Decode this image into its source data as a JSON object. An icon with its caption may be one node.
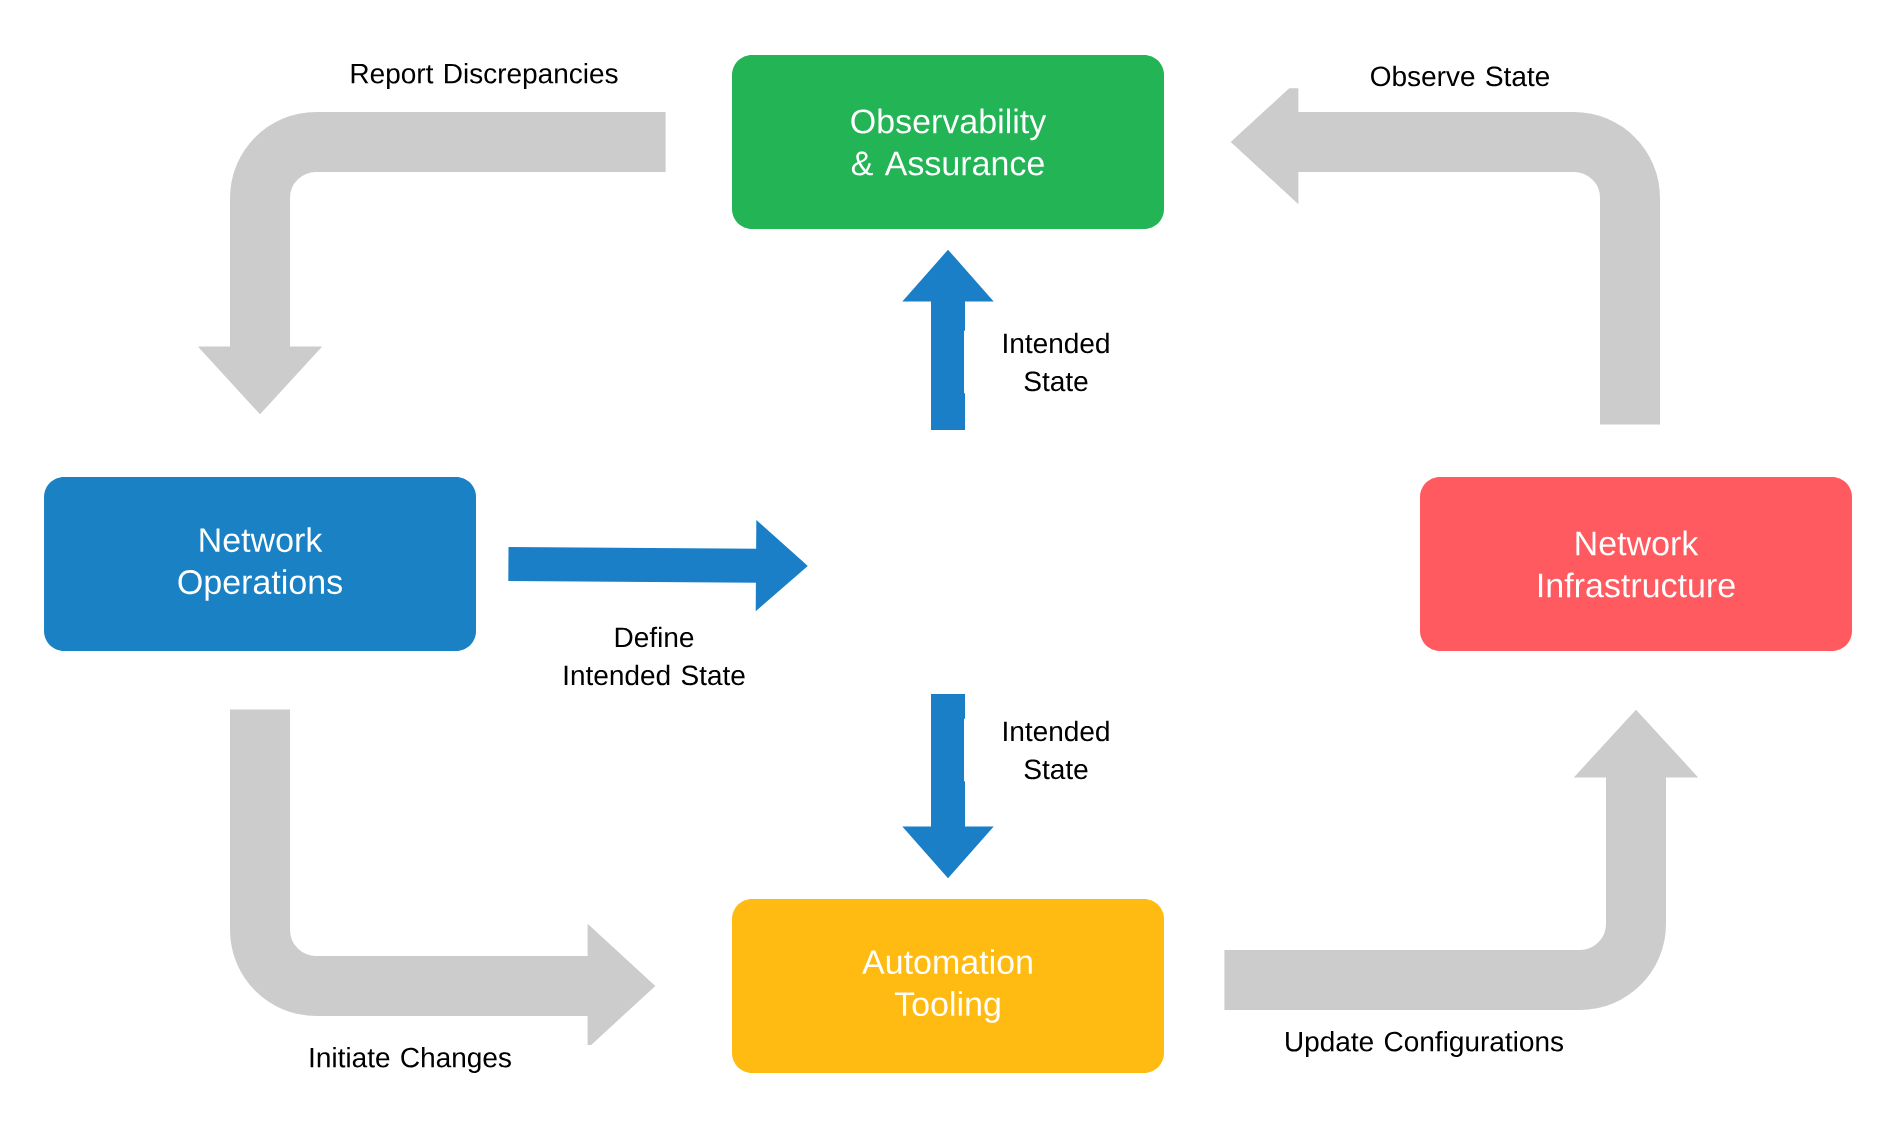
{
  "diagram": {
    "nodes": [
      {
        "text": [
          "Observability & Assurance"
        ]
      },
      {
        "text": [
          "Network Operations"
        ]
      },
      {
        "text": [
          "Network Infrastructure"
        ]
      },
      {
        "text": [
          "Automation Tooling"
        ]
      }
    ],
    "edges": [
      {
        "from": 0,
        "to": 1,
        "arrow": "to",
        "label": "Report Discrepancies"
      },
      {
        "from": 1,
        "to": 3,
        "arrow": "to",
        "label": "Initiate Changes"
      },
      {
        "from": 3,
        "to": 2,
        "arrow": "to",
        "label": "Update Configurations"
      },
      {
        "from": 2,
        "to": 0,
        "arrow": "to",
        "label": "Observe State"
      },
      {
        "from": 1,
        "to": null,
        "arrow": "to",
        "label": "Define Intended State",
        "color": "#1a7fc7"
      },
      {
        "from": null,
        "to": 0,
        "arrow": "to",
        "label": "Intended State",
        "color": "#1a7fc7"
      },
      {
        "from": null,
        "to": 3,
        "arrow": "to",
        "label": "Intended State",
        "color": "#1a7fc7"
      }
    ]
  }
}
